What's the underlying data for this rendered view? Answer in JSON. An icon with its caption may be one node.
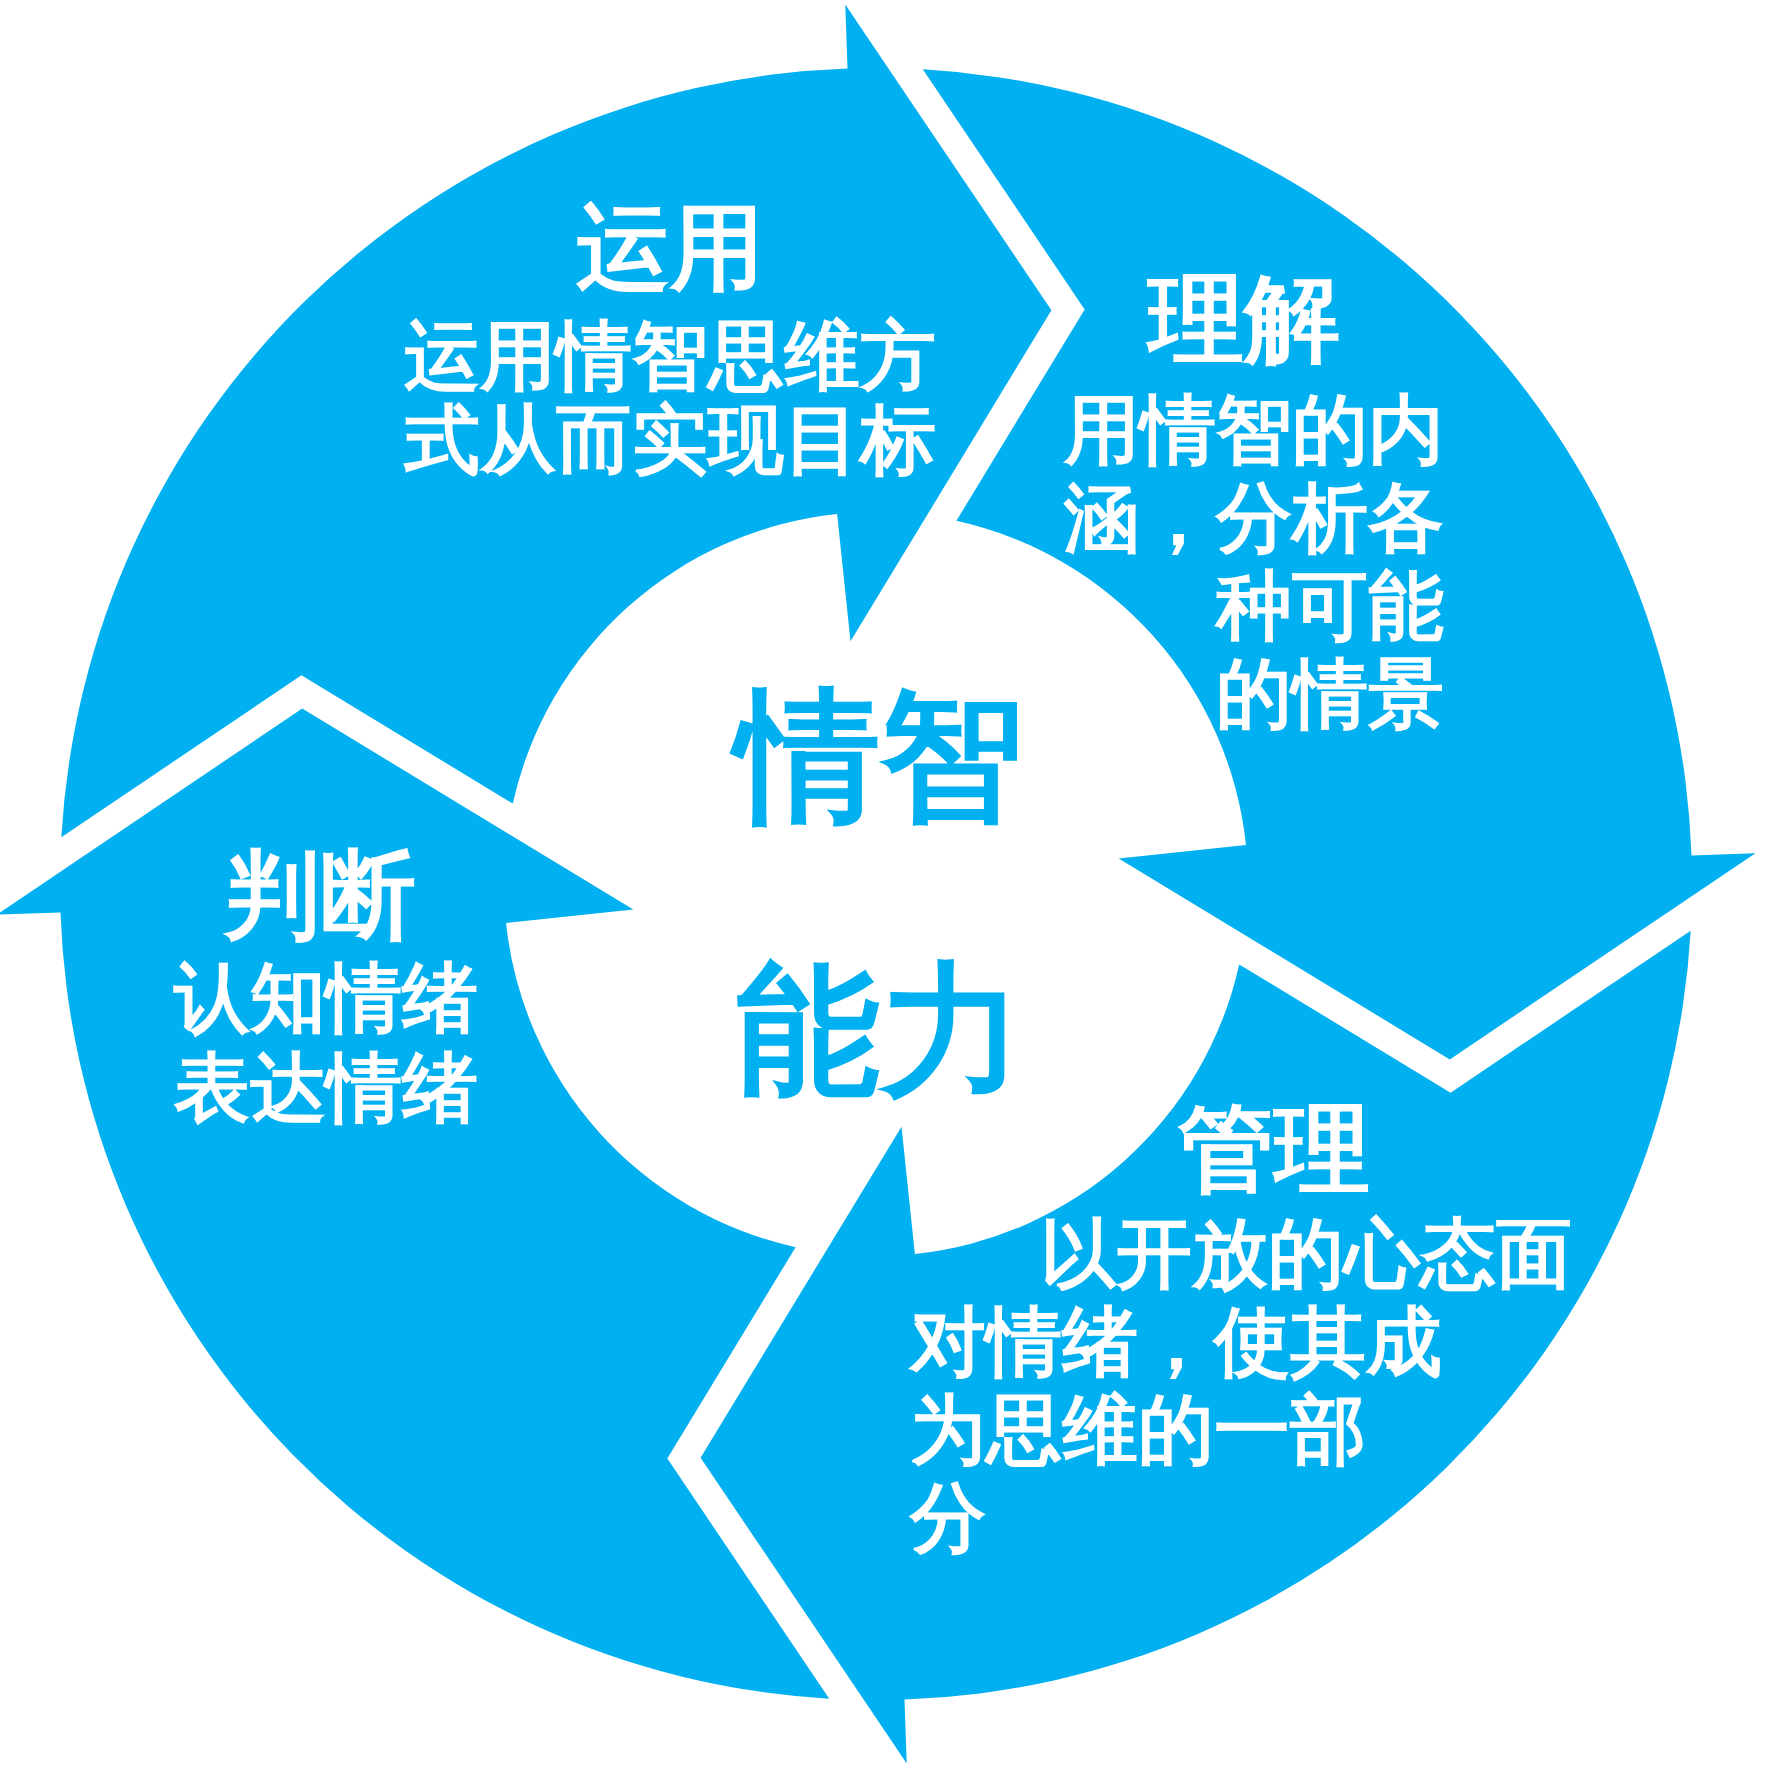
{
  "diagram": {
    "nodes": [
      {
        "text": [
          "运用",
          "运用情智思维方式从而实现目标"
        ]
      },
      {
        "text": [
          "理解",
          "用情智的内涵，分析各种可能的情景"
        ]
      },
      {
        "text": [
          "管理",
          "以开放的心态面对情绪，使其成为思维的一部分"
        ]
      },
      {
        "text": [
          "判断",
          "认知情绪表达情绪"
        ]
      }
    ],
    "labels": [
      "情智能力"
    ]
  }
}
